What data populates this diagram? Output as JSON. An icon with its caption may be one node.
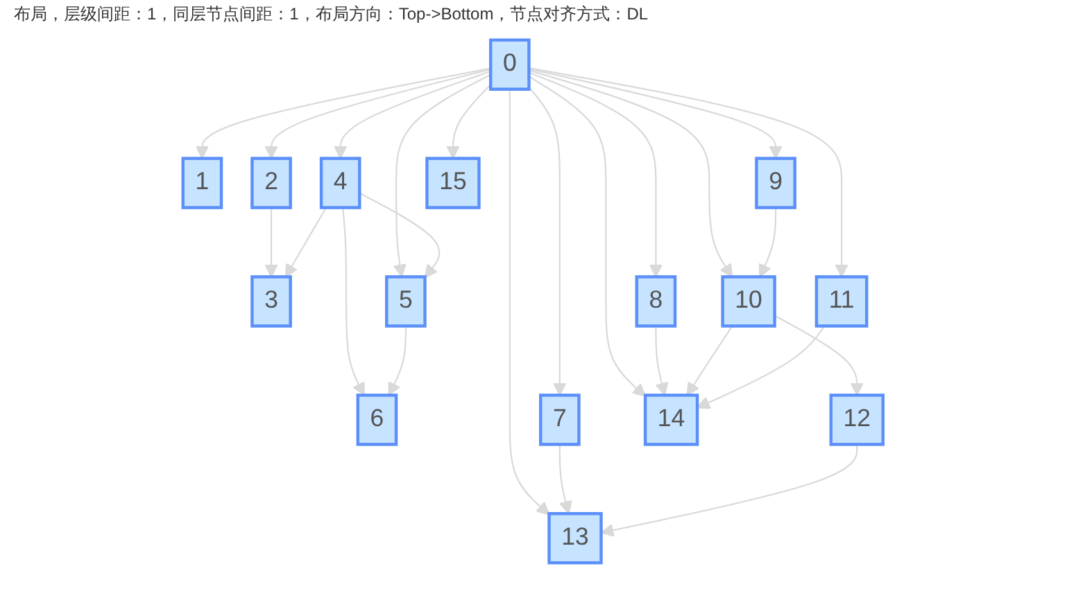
{
  "diagram": {
    "title": "布局，层级间距：1，同层节点间距：1，布局方向：Top->Bottom，节点对齐方式：DL",
    "nodes": [
      {
        "text": [
          "0"
        ]
      },
      {
        "text": [
          "1"
        ]
      },
      {
        "text": [
          "2"
        ]
      },
      {
        "text": [
          "3"
        ]
      },
      {
        "text": [
          "4"
        ]
      },
      {
        "text": [
          "5"
        ]
      },
      {
        "text": [
          "6"
        ]
      },
      {
        "text": [
          "7"
        ]
      },
      {
        "text": [
          "8"
        ]
      },
      {
        "text": [
          "9"
        ]
      },
      {
        "text": [
          "10"
        ]
      },
      {
        "text": [
          "11"
        ]
      },
      {
        "text": [
          "12"
        ]
      },
      {
        "text": [
          "13"
        ]
      },
      {
        "text": [
          "14"
        ]
      },
      {
        "text": [
          "15"
        ]
      }
    ],
    "edges": [
      {
        "from": 0,
        "to": 1,
        "arrow": "to"
      },
      {
        "from": 0,
        "to": 2,
        "arrow": "to"
      },
      {
        "from": 0,
        "to": 4,
        "arrow": "to"
      },
      {
        "from": 0,
        "to": 15,
        "arrow": "to"
      },
      {
        "from": 0,
        "to": 5,
        "arrow": "to"
      },
      {
        "from": 0,
        "to": 7,
        "arrow": "to"
      },
      {
        "from": 0,
        "to": 13,
        "arrow": "to"
      },
      {
        "from": 0,
        "to": 14,
        "arrow": "to"
      },
      {
        "from": 0,
        "to": 8,
        "arrow": "to"
      },
      {
        "from": 0,
        "to": 10,
        "arrow": "to"
      },
      {
        "from": 0,
        "to": 11,
        "arrow": "to"
      },
      {
        "from": 0,
        "to": 9,
        "arrow": "to"
      },
      {
        "from": 2,
        "to": 3,
        "arrow": "to"
      },
      {
        "from": 4,
        "to": 3,
        "arrow": "to"
      },
      {
        "from": 4,
        "to": 5,
        "arrow": "to"
      },
      {
        "from": 4,
        "to": 6,
        "arrow": "to"
      },
      {
        "from": 5,
        "to": 6,
        "arrow": "to"
      },
      {
        "from": 9,
        "to": 10,
        "arrow": "to"
      },
      {
        "from": 8,
        "to": 14,
        "arrow": "to"
      },
      {
        "from": 10,
        "to": 14,
        "arrow": "to"
      },
      {
        "from": 11,
        "to": 14,
        "arrow": "to"
      },
      {
        "from": 10,
        "to": 12,
        "arrow": "to"
      },
      {
        "from": 7,
        "to": 13,
        "arrow": "to"
      },
      {
        "from": 12,
        "to": 13,
        "arrow": "to"
      }
    ]
  }
}
